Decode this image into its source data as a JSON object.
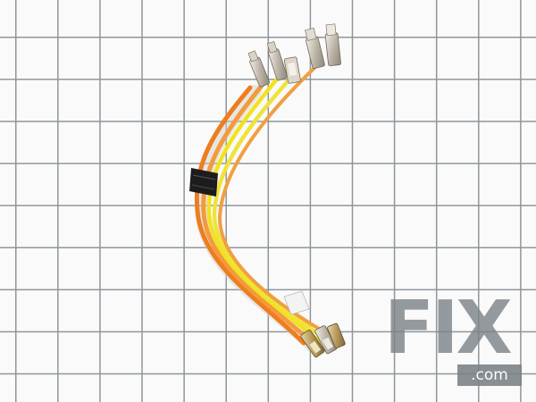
{
  "image": {
    "subject": "wire-harness",
    "background": "grid-paper",
    "colors": {
      "paper": "#fafafa",
      "grid": "#8e959a",
      "wire_orange": "#ee7d1e",
      "wire_yellow": "#f2e21e",
      "terminal_metal": "#c8c2b6",
      "tape": "#1c1c1c",
      "watermark": "#7d8488"
    }
  },
  "watermark": {
    "brand": "FIX",
    "domain": ".com"
  }
}
